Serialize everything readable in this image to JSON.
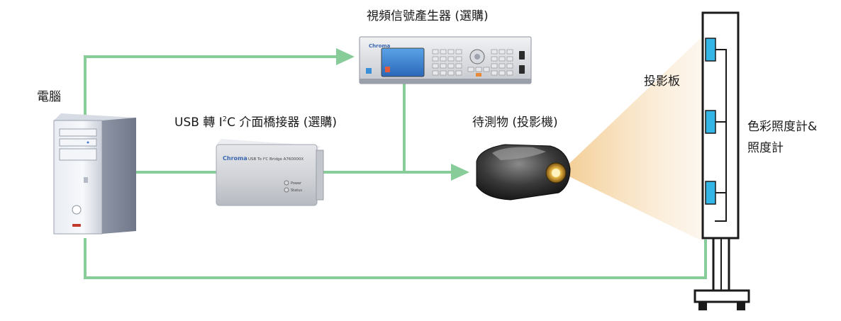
{
  "labels": {
    "computer": "電腦",
    "video_generator": "視頻信號產生器 (選購)",
    "usb_prefix": "USB 轉 I",
    "usb_superscript": "2",
    "usb_suffix": "C 介面橋接器 (選購)",
    "dut": "待測物 (投影機)",
    "projection_screen": "投影板",
    "meter_line1": "色彩照度計&",
    "meter_line2": "照度計"
  },
  "devices": {
    "bridge_brand": "Chroma",
    "bridge_model": "USB To I²C Bridge A760000X",
    "bridge_led1": "Power",
    "bridge_led2": "Status",
    "generator_brand": "Chroma"
  },
  "colors": {
    "connection": "#88cc99",
    "light_beam": "#f7d9a8",
    "stand": "#1a1a1a",
    "sensor": "#33b5e5"
  }
}
